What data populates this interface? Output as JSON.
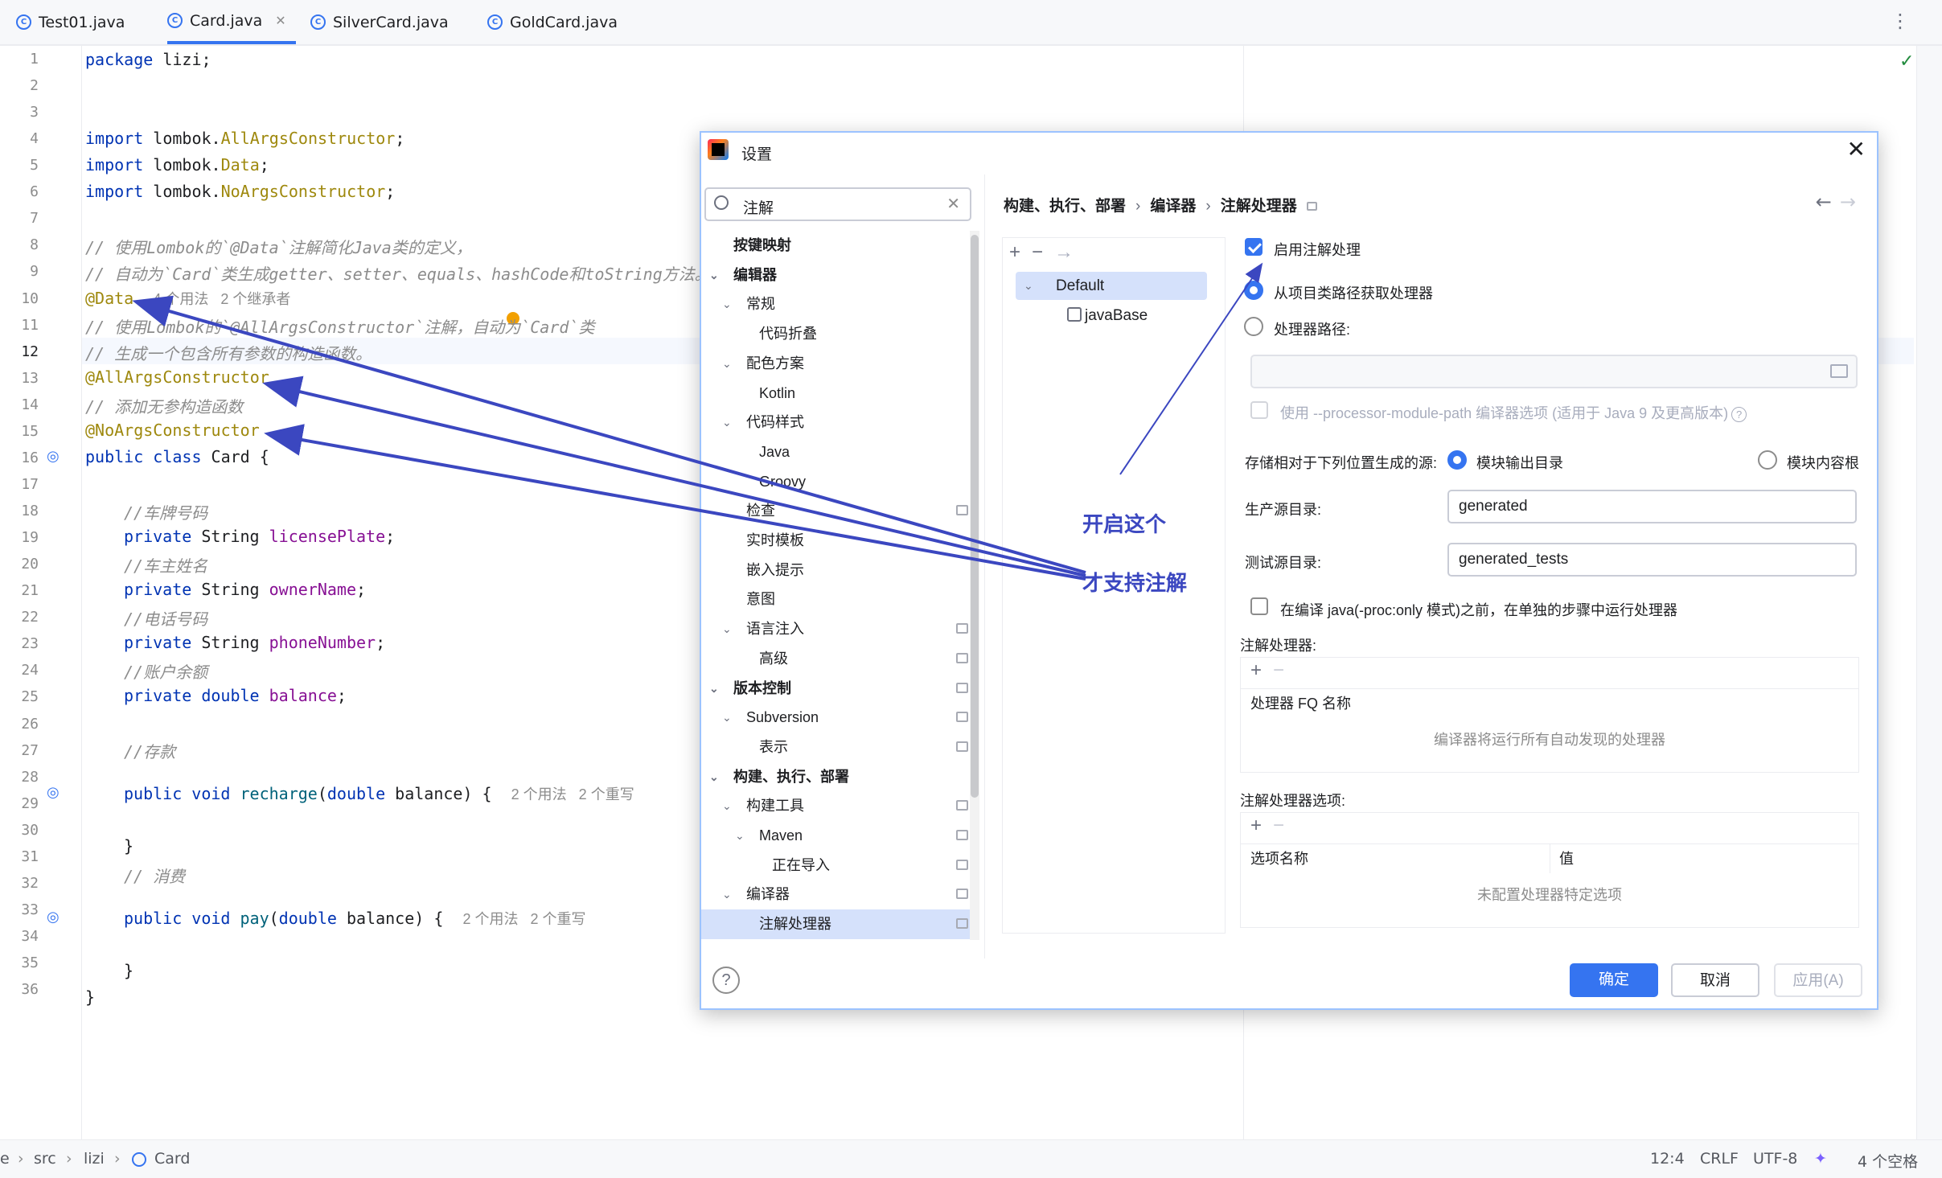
{
  "tabs": [
    {
      "label": "Test01.java",
      "icon": "java-class-run-icon",
      "active": false
    },
    {
      "label": "Card.java",
      "icon": "java-class-icon",
      "active": true
    },
    {
      "label": "SilverCard.java",
      "icon": "java-class-icon",
      "active": false
    },
    {
      "label": "GoldCard.java",
      "icon": "java-class-icon",
      "active": false
    }
  ],
  "editor": {
    "line_numbers": [
      "1",
      "2",
      "3",
      "4",
      "5",
      "6",
      "7",
      "8",
      "9",
      "10",
      "11",
      "12",
      "13",
      "14",
      "15",
      "16",
      "17",
      "18",
      "19",
      "20",
      "21",
      "22",
      "23",
      "24",
      "25",
      "26",
      "27",
      "28",
      "29",
      "30",
      "31",
      "32",
      "33",
      "34",
      "35",
      "36"
    ],
    "current_line": "12",
    "lines": {
      "l1_kw": "package",
      "l1_rest": " lizi;",
      "l4_kw": "import",
      "l4_pkg": " lombok.",
      "l4_cls": "AllArgsConstructor",
      "l4_end": ";",
      "l5_kw": "import",
      "l5_pkg": " lombok.",
      "l5_cls": "Data",
      "l5_end": ";",
      "l6_kw": "import",
      "l6_pkg": " lombok.",
      "l6_cls": "NoArgsConstructor",
      "l6_end": ";",
      "l8": "// 使用Lombok的`@Data`注解简化Java类的定义，",
      "l9": "// 自动为`Card`类生成getter、setter、equals、hashCode和toString方法。",
      "l10_ann": "@Data",
      "l10_hint": "4 个用法   2 个继承者",
      "l11": "// 使用Lombok的`@AllArgsConstructor`注解，自动为`Card`类",
      "l12": "// 生成一个包含所有参数的构造函数。",
      "l13": "@AllArgsConstructor",
      "l14": "// 添加无参构造函数",
      "l15": "@NoArgsConstructor",
      "l16_kw": "public class",
      "l16_rest": " Card {",
      "l18": "//车牌号码",
      "l19_kw": "private",
      "l19_type": " String ",
      "l19_fld": "licensePlate",
      "l19_end": ";",
      "l20": "//车主姓名",
      "l21_kw": "private",
      "l21_type": " String ",
      "l21_fld": "ownerName",
      "l21_end": ";",
      "l22": "//电话号码",
      "l23_kw": "private",
      "l23_type": " String ",
      "l23_fld": "phoneNumber",
      "l23_end": ";",
      "l24": "//账户余额",
      "l25_kw": "private double",
      "l25_fld": " balance",
      "l25_end": ";",
      "l27": "//存款",
      "l28_kw": "public void",
      "l28_fn": " recharge",
      "l28_p1": "(",
      "l28_kw2": "double",
      "l28_p2": " balance) {",
      "l28_hint": "2 个用法   2 个重写",
      "l30": "}",
      "l31": "// 消费",
      "l32_kw": "public void",
      "l32_fn": " pay",
      "l32_p1": "(",
      "l32_kw2": "double",
      "l32_p2": " balance) {",
      "l32_hint": "2 个用法   2 个重写",
      "l34": "}",
      "l35": "}"
    }
  },
  "dialog": {
    "title": "设置",
    "search_value": "注解",
    "tree": [
      {
        "label": "按键映射",
        "bold": true
      },
      {
        "label": "编辑器",
        "bold": true
      },
      {
        "label": "常规"
      },
      {
        "label": "代码折叠"
      },
      {
        "label": "配色方案"
      },
      {
        "label": "Kotlin"
      },
      {
        "label": "代码样式"
      },
      {
        "label": "Java"
      },
      {
        "label": "Groovy"
      },
      {
        "label": "检查"
      },
      {
        "label": "实时模板"
      },
      {
        "label": "嵌入提示"
      },
      {
        "label": "意图"
      },
      {
        "label": "语言注入"
      },
      {
        "label": "高级"
      },
      {
        "label": "版本控制",
        "bold": true
      },
      {
        "label": "Subversion"
      },
      {
        "label": "表示"
      },
      {
        "label": "构建、执行、部署",
        "bold": true
      },
      {
        "label": "构建工具"
      },
      {
        "label": "Maven"
      },
      {
        "label": "正在导入"
      },
      {
        "label": "编译器"
      },
      {
        "label": "注解处理器",
        "selected": true
      }
    ],
    "breadcrumb": [
      "构建、执行、部署",
      "编译器",
      "注解处理器"
    ],
    "profiles": {
      "default": "Default",
      "module": "javaBase"
    },
    "options": {
      "enable_processing": "启用注解处理",
      "from_classpath": "从项目类路径获取处理器",
      "processor_path": "处理器路径:",
      "module_path_option": "使用 --processor-module-path 编译器选项 (适用于 Java 9 及更高版本)",
      "store_label": "存储相对于下列位置生成的源:",
      "module_output": "模块输出目录",
      "module_content_root": "模块内容根",
      "prod_dir_label": "生产源目录:",
      "prod_dir_value": "generated",
      "test_dir_label": "测试源目录:",
      "test_dir_value": "generated_tests",
      "proc_only": "在编译 java(-proc:only 模式)之前，在单独的步骤中运行处理器",
      "processors_label": "注解处理器:",
      "processor_fq_header": "处理器 FQ 名称",
      "processors_empty": "编译器将运行所有自动发现的处理器",
      "processor_options_label": "注解处理器选项:",
      "option_name_header": "选项名称",
      "option_value_header": "值",
      "options_empty": "未配置处理器特定选项"
    },
    "buttons": {
      "ok": "确定",
      "cancel": "取消",
      "apply": "应用(A)"
    }
  },
  "annotations": {
    "note1": "开启这个",
    "note2": "才支持注解",
    "arrow_color": "#3b47c0"
  },
  "statusbar": {
    "crumbs": [
      "e",
      "src",
      "lizi",
      "Card"
    ],
    "position": "12:4",
    "line_sep": "CRLF",
    "encoding": "UTF-8",
    "indent": "4 个空格"
  }
}
